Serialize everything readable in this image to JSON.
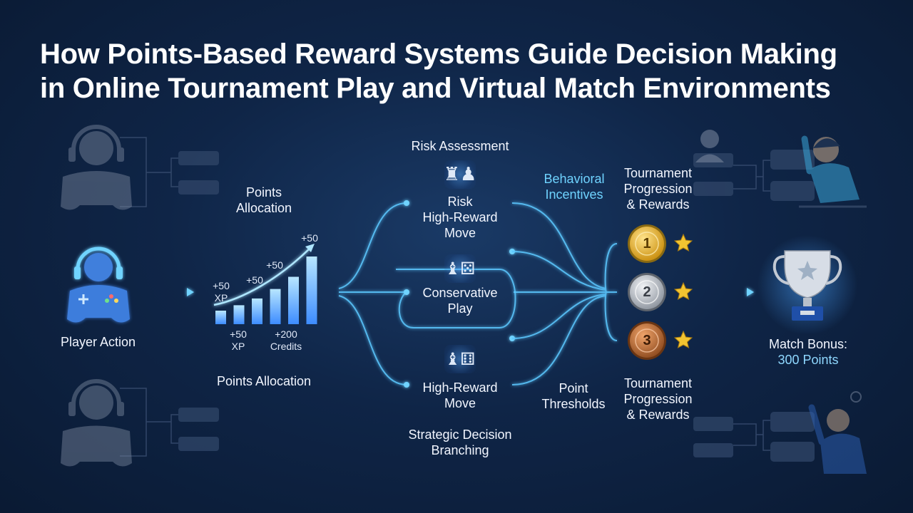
{
  "title": {
    "line1": "How Points-Based Reward Systems Guide Decision Making",
    "line2": "in Online Tournament Play and Virtual Match Environments"
  },
  "player_action": "Player Action",
  "points_allocation_top": [
    "Points",
    "Allocation"
  ],
  "points_allocation_bottom": "Points Allocation",
  "chart": {
    "labels": {
      "a": "+50",
      "a_unit": "XP",
      "b": "+50",
      "c": "+50",
      "d": "+50",
      "e": "+50",
      "e_unit": "XP",
      "f": "+200",
      "f_unit": "Credits"
    }
  },
  "chart_data": {
    "type": "bar",
    "categories": [
      "1",
      "2",
      "3",
      "4",
      "5",
      "6"
    ],
    "values": [
      1,
      1.4,
      1.9,
      2.6,
      3.5,
      5
    ]
  },
  "risk_assessment": "Risk Assessment",
  "branches": {
    "top": [
      "Risk",
      "High-Reward",
      "Move"
    ],
    "middle": [
      "Conservative",
      "Play"
    ],
    "bottom": [
      "High-Reward",
      "Move"
    ]
  },
  "strategic": [
    "Strategic Decision",
    "Branching"
  ],
  "behavioral": [
    "Behavioral",
    "Incentives"
  ],
  "point_thresholds": [
    "Point",
    "Thresholds"
  ],
  "progression_top": [
    "Tournament",
    "Progression",
    "& Rewards"
  ],
  "progression_bottom": [
    "Tournament",
    "Progression",
    "& Rewards"
  ],
  "medals": [
    "1",
    "2",
    "3"
  ],
  "match_bonus": {
    "label": "Match Bonus:",
    "value": "300 Points"
  },
  "colors": {
    "accent": "#6fd3ff",
    "gold": "#f2b824",
    "silver": "#b9bec6",
    "bronze": "#c0703a",
    "background": "#0f2547"
  }
}
